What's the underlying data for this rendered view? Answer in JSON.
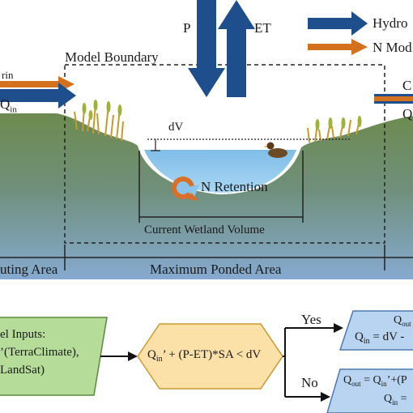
{
  "legend": {
    "hydro_label": "Hydro",
    "n_label": "N Mod",
    "hydro_color": "#1f4e8c",
    "n_color": "#d4711f"
  },
  "flux": {
    "p_label": "P",
    "et_label": "ET",
    "q_in_top": "Q",
    "q_in_sub": "in",
    "q_in_partial": "rin",
    "q_out_top": "C",
    "q_out_bottom": "Q"
  },
  "landscape": {
    "model_boundary": "Model Boundary",
    "dv_label": "dV",
    "n_retention": "N Retention",
    "current_volume": "Current Wetland Volume",
    "contributing_area": "uting Area",
    "max_ponded_area": "Maximum Ponded Area"
  },
  "flowchart": {
    "inputs_line1": "el Inputs:",
    "inputs_line2": "’(TerraClimate),",
    "inputs_line3": "LandSat)",
    "decision": "Q",
    "decision_sub": "in",
    "decision_rest": "’ + (P-ET)*SA < dV",
    "yes_label": "Yes",
    "no_label": "No",
    "yes_out_top": "Q",
    "yes_out_top_sub": "out",
    "yes_out_line": "Q",
    "yes_out_line_sub": "in",
    "yes_out_line_rest": " = dV -",
    "no_out_line1": "Q",
    "no_out_line1_sub": "out",
    "no_out_line1_mid": " = Q",
    "no_out_line1_sub2": "in",
    "no_out_line1_rest": "’+(P",
    "no_out_line2": "Q",
    "no_out_line2_sub": "in",
    "no_out_line2_rest": " ="
  },
  "colors": {
    "sky_top": "#ffffff",
    "ground_top": "#6b8a4e",
    "ground_bottom": "#7fa3c6",
    "water": "#8cc3ea",
    "input_box": "#b6dc9a",
    "decision_box": "#fbe0a8",
    "output_box": "#b8d4f0"
  }
}
